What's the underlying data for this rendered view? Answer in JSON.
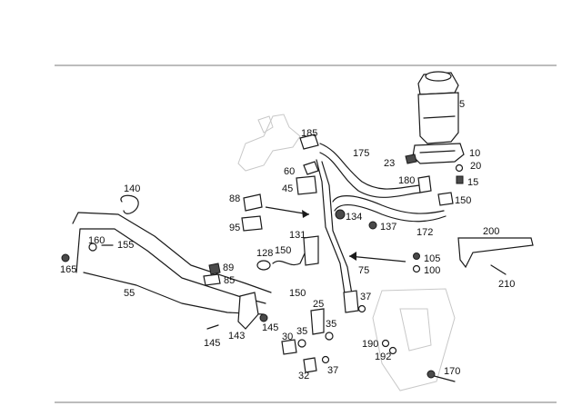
{
  "diagram": {
    "labels": [
      {
        "id": "5",
        "text": "5"
      },
      {
        "id": "10",
        "text": "10"
      },
      {
        "id": "20",
        "text": "20"
      },
      {
        "id": "15",
        "text": "15"
      },
      {
        "id": "23",
        "text": "23"
      },
      {
        "id": "175",
        "text": "175"
      },
      {
        "id": "185",
        "text": "185"
      },
      {
        "id": "60",
        "text": "60"
      },
      {
        "id": "45",
        "text": "45"
      },
      {
        "id": "180",
        "text": "180"
      },
      {
        "id": "150a",
        "text": "150"
      },
      {
        "id": "140",
        "text": "140"
      },
      {
        "id": "88",
        "text": "88"
      },
      {
        "id": "95",
        "text": "95"
      },
      {
        "id": "134",
        "text": "134"
      },
      {
        "id": "137",
        "text": "137"
      },
      {
        "id": "172",
        "text": "172"
      },
      {
        "id": "131",
        "text": "131"
      },
      {
        "id": "200",
        "text": "200"
      },
      {
        "id": "160",
        "text": "160"
      },
      {
        "id": "155",
        "text": "155"
      },
      {
        "id": "165",
        "text": "165"
      },
      {
        "id": "128",
        "text": "128"
      },
      {
        "id": "150b",
        "text": "150"
      },
      {
        "id": "89",
        "text": "89"
      },
      {
        "id": "85",
        "text": "85"
      },
      {
        "id": "105",
        "text": "105"
      },
      {
        "id": "100",
        "text": "100"
      },
      {
        "id": "75",
        "text": "75"
      },
      {
        "id": "210",
        "text": "210"
      },
      {
        "id": "55",
        "text": "55"
      },
      {
        "id": "150c",
        "text": "150"
      },
      {
        "id": "37a",
        "text": "37"
      },
      {
        "id": "25",
        "text": "25"
      },
      {
        "id": "35a",
        "text": "35"
      },
      {
        "id": "35b",
        "text": "35"
      },
      {
        "id": "145a",
        "text": "145"
      },
      {
        "id": "143",
        "text": "143"
      },
      {
        "id": "145b",
        "text": "145"
      },
      {
        "id": "30",
        "text": "30"
      },
      {
        "id": "190",
        "text": "190"
      },
      {
        "id": "192",
        "text": "192"
      },
      {
        "id": "32",
        "text": "32"
      },
      {
        "id": "37b",
        "text": "37"
      },
      {
        "id": "170",
        "text": "170"
      }
    ]
  }
}
